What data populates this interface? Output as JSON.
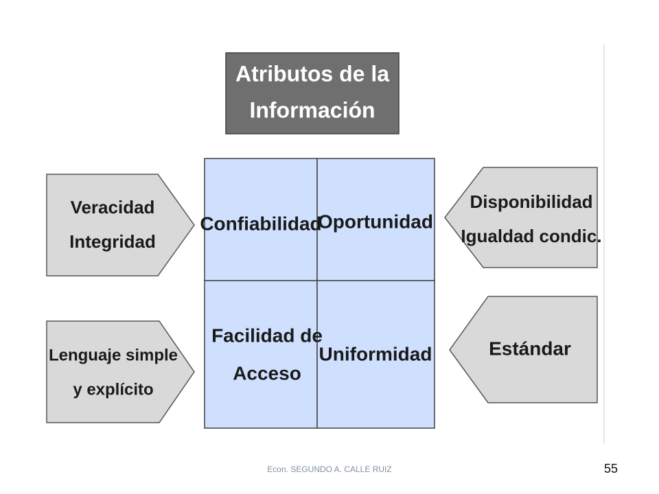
{
  "title": {
    "line1": "Atributos de la",
    "line2": "Información"
  },
  "grid": {
    "top_left": "Confiabilidad",
    "top_right": "Oportunidad",
    "bottom_left": {
      "line1": "Facilidad de",
      "line2": "Acceso"
    },
    "bottom_right": "Uniformidad"
  },
  "left_arrows": [
    {
      "line1": "Veracidad",
      "line2": "Integridad"
    },
    {
      "line1": "Lenguaje  simple",
      "line2": "y explícito"
    }
  ],
  "right_arrows": [
    {
      "line1": "Disponibilidad",
      "line2": "Igualdad condic."
    },
    {
      "line1": "Estándar"
    }
  ],
  "footer": {
    "author": "Econ. SEGUNDO A. CALLE RUIZ",
    "page_number": "55"
  },
  "colors": {
    "title_box": "#6f6f6f",
    "grid_fill": "#cfe0ff",
    "arrow_fill": "#d9d9d9",
    "outline": "#404040"
  }
}
